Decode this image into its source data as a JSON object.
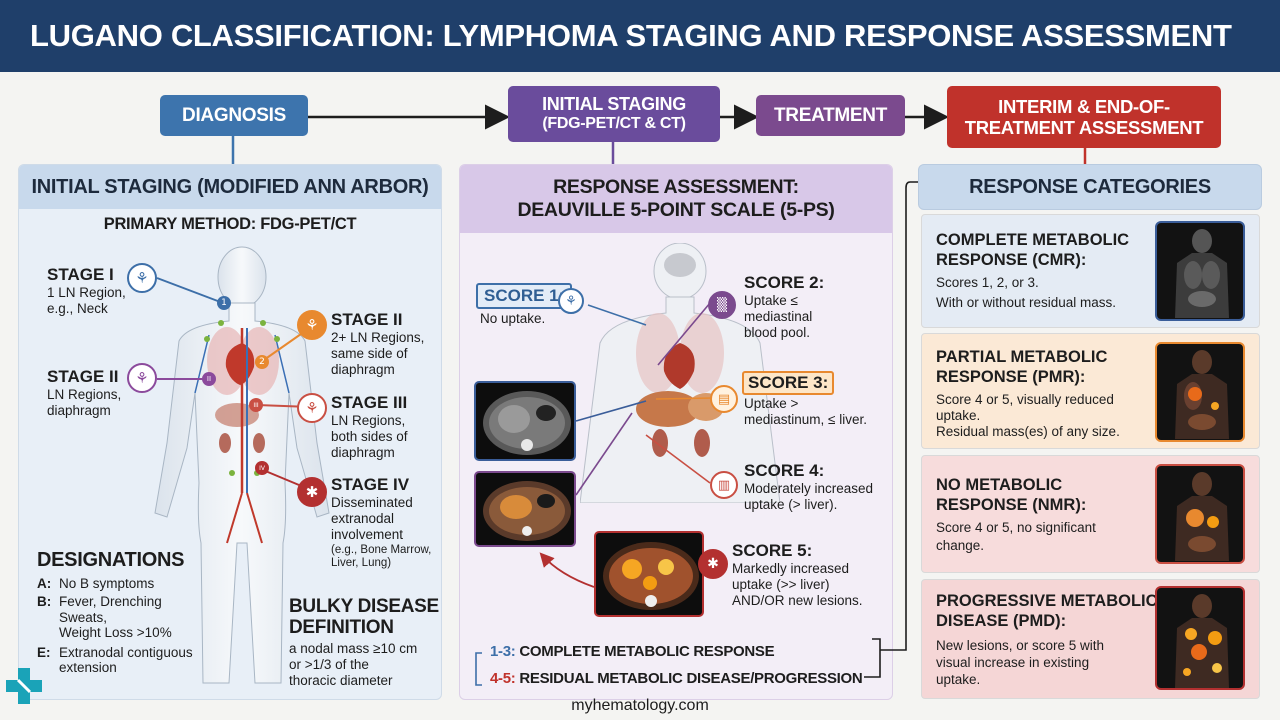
{
  "title": "LUGANO CLASSIFICATION: LYMPHOMA STAGING AND RESPONSE ASSESSMENT",
  "flow": {
    "diagnosis": "DIAGNOSIS",
    "staging_l1": "INITIAL STAGING",
    "staging_l2": "(FDG-PET/CT & CT)",
    "treatment": "TREATMENT",
    "assess_l1": "INTERIM & END-OF-",
    "assess_l2": "TREATMENT ASSESSMENT"
  },
  "left": {
    "header": "INITIAL STAGING (MODIFIED ANN ARBOR)",
    "method": "PRIMARY METHOD: FDG-PET/CT",
    "stages": [
      {
        "title": "STAGE I",
        "lines": [
          "1 LN Region,",
          "e.g., Neck"
        ]
      },
      {
        "title": "STAGE II",
        "lines": [
          "2+ LN Regions,",
          "same side of",
          "diaphragm"
        ]
      },
      {
        "title": "STAGE II",
        "lines": [
          "LN Regions,",
          "diaphragm"
        ]
      },
      {
        "title": "STAGE III",
        "lines": [
          "LN Regions,",
          "both sides of",
          "diaphragm"
        ]
      },
      {
        "title": "STAGE IV",
        "lines": [
          "Disseminated",
          "extranodal",
          "involvement"
        ],
        "note": [
          "(e.g., Bone Marrow,",
          "Liver, Lung)"
        ]
      }
    ],
    "markers": [
      "1",
      "2",
      "II",
      "III",
      "IV"
    ],
    "designations_title": "DESIGNATIONS",
    "designations": [
      {
        "letter": "A:",
        "lines": [
          "No B symptoms"
        ]
      },
      {
        "letter": "B:",
        "lines": [
          "Fever, Drenching",
          "Sweats,",
          "Weight Loss >10%"
        ]
      },
      {
        "letter": "E:",
        "lines": [
          "Extranodal contiguous",
          "extension"
        ]
      }
    ],
    "bulky_title_l1": "BULKY DISEASE",
    "bulky_title_l2": "DEFINITION",
    "bulky_lines": [
      "a nodal mass ≥10 cm",
      "or >1/3 of the",
      "thoracic diameter"
    ]
  },
  "middle": {
    "header_l1": "RESPONSE ASSESSMENT:",
    "header_l2": "DEAUVILLE 5-POINT SCALE (5-PS)",
    "scores": [
      {
        "title": "SCORE 1:",
        "lines": [
          "No uptake."
        ]
      },
      {
        "title": "SCORE 2:",
        "lines": [
          "Uptake ≤",
          "mediastinal",
          "blood pool."
        ]
      },
      {
        "title": "SCORE 3:",
        "lines": [
          "Uptake >",
          "mediastinum, ≤ liver."
        ]
      },
      {
        "title": "SCORE 4:",
        "lines": [
          "Moderately increased",
          "uptake (> liver)."
        ]
      },
      {
        "title": "SCORE 5:",
        "lines": [
          "Markedly increased",
          "uptake (>> liver)",
          "AND/OR new lesions."
        ]
      }
    ],
    "summary": [
      {
        "range": "1-3:",
        "label": "COMPLETE METABOLIC RESPONSE"
      },
      {
        "range": "4-5:",
        "label": "RESIDUAL METABOLIC DISEASE/PROGRESSION"
      }
    ]
  },
  "right": {
    "header": "RESPONSE CATEGORIES",
    "categories": [
      {
        "title": [
          "COMPLETE METABOLIC",
          "RESPONSE (CMR):"
        ],
        "lines": [
          "Scores 1, 2, or 3.",
          "With or without residual mass."
        ]
      },
      {
        "title": [
          "PARTIAL METABOLIC",
          "RESPONSE (PMR):"
        ],
        "lines": [
          "Score 4 or 5, visually reduced",
          "uptake.",
          "Residual mass(es) of any size."
        ]
      },
      {
        "title": [
          "NO METABOLIC",
          "RESPONSE (NMR):"
        ],
        "lines": [
          "Score 4 or 5, no significant",
          "change."
        ]
      },
      {
        "title": [
          "PROGRESSIVE METABOLIC",
          "DISEASE (PMD):"
        ],
        "lines": [
          "New lesions, or score 5 with",
          "visual increase in existing",
          "uptake."
        ]
      }
    ]
  },
  "footer": "myhematology.com",
  "colors": {
    "title_bg": "#1f3f6a",
    "diagnosis": "#3d74ad",
    "staging": "#6a4c9c",
    "treatment": "#7b4a8e",
    "assessment": "#c0322b",
    "stage1": "#3d6fa8",
    "stage2": "#e8892f",
    "stage2b": "#8b4a9c",
    "stage3": "#c94f43",
    "stage4": "#b33030"
  },
  "icons": [
    "lymph-node-icon",
    "bone-marrow-icon",
    "virus-icon",
    "logo-cross-icon"
  ]
}
